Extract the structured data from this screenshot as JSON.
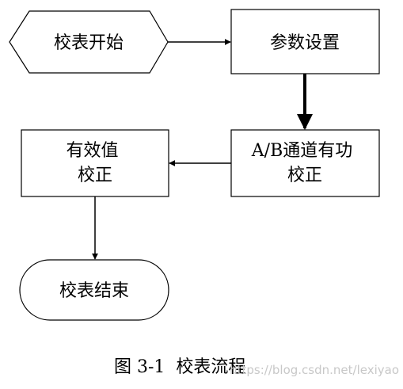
{
  "nodes": {
    "start": {
      "lines": [
        "校表开始"
      ]
    },
    "params": {
      "lines": [
        "参数设置"
      ]
    },
    "ab": {
      "lines": [
        "A/B通道有功",
        "校正"
      ]
    },
    "eff": {
      "lines": [
        "有效值",
        "校正"
      ]
    },
    "end": {
      "lines": [
        "校表结束"
      ]
    }
  },
  "caption": "图 3-1  校表流程",
  "watermark": "https://blog.csdn.net/lexiyao"
}
